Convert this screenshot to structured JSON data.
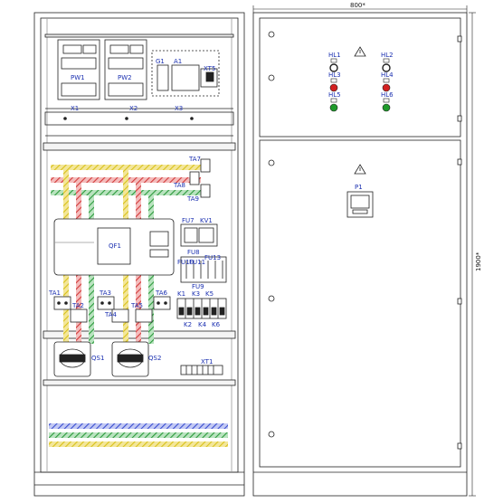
{
  "colors": {
    "line": "#222222",
    "label": "#1a2fb0",
    "bus_yellow": "#d9c21a",
    "bus_green": "#2c9a3c",
    "bus_red": "#d23b3b",
    "bus_blue": "#3a4fd0",
    "lamp_red": "#d32020",
    "lamp_green": "#1f9a2a"
  },
  "left_panel": {
    "meters": [
      "PW1",
      "PW2"
    ],
    "top_modules": [
      "G1",
      "A1",
      "XT5"
    ],
    "terminal_blocks": [
      "X1",
      "X2",
      "X3"
    ],
    "current_transformers_top": [
      "TA7",
      "TA8",
      "TA9"
    ],
    "breaker": "QF1",
    "fuse_labels": [
      "FU7",
      "KV1",
      "FU8",
      "FU10",
      "FU11",
      "FU13",
      "FU9"
    ],
    "contactors_top": [
      "K1",
      "K3",
      "K5"
    ],
    "contactors_bottom": [
      "K2",
      "K4",
      "K6"
    ],
    "current_transformers_bottom": [
      "TA1",
      "TA2",
      "TA3",
      "TA4",
      "TA5",
      "TA6"
    ],
    "switches": [
      "QS1",
      "QS2"
    ],
    "terminal_bottom": "XT1"
  },
  "right_panel": {
    "width_label": "800*",
    "height_label": "1900*",
    "indicators": [
      {
        "name": "HL1",
        "type": "lamp-ring"
      },
      {
        "name": "HL2",
        "type": "lamp-ring"
      },
      {
        "name": "HL3",
        "type": "lamp-red"
      },
      {
        "name": "HL4",
        "type": "lamp-red"
      },
      {
        "name": "HL5",
        "type": "lamp-green"
      },
      {
        "name": "HL6",
        "type": "lamp-green"
      }
    ],
    "panel_meter": "P1",
    "warning_icon": "high-voltage-warning-icon"
  }
}
